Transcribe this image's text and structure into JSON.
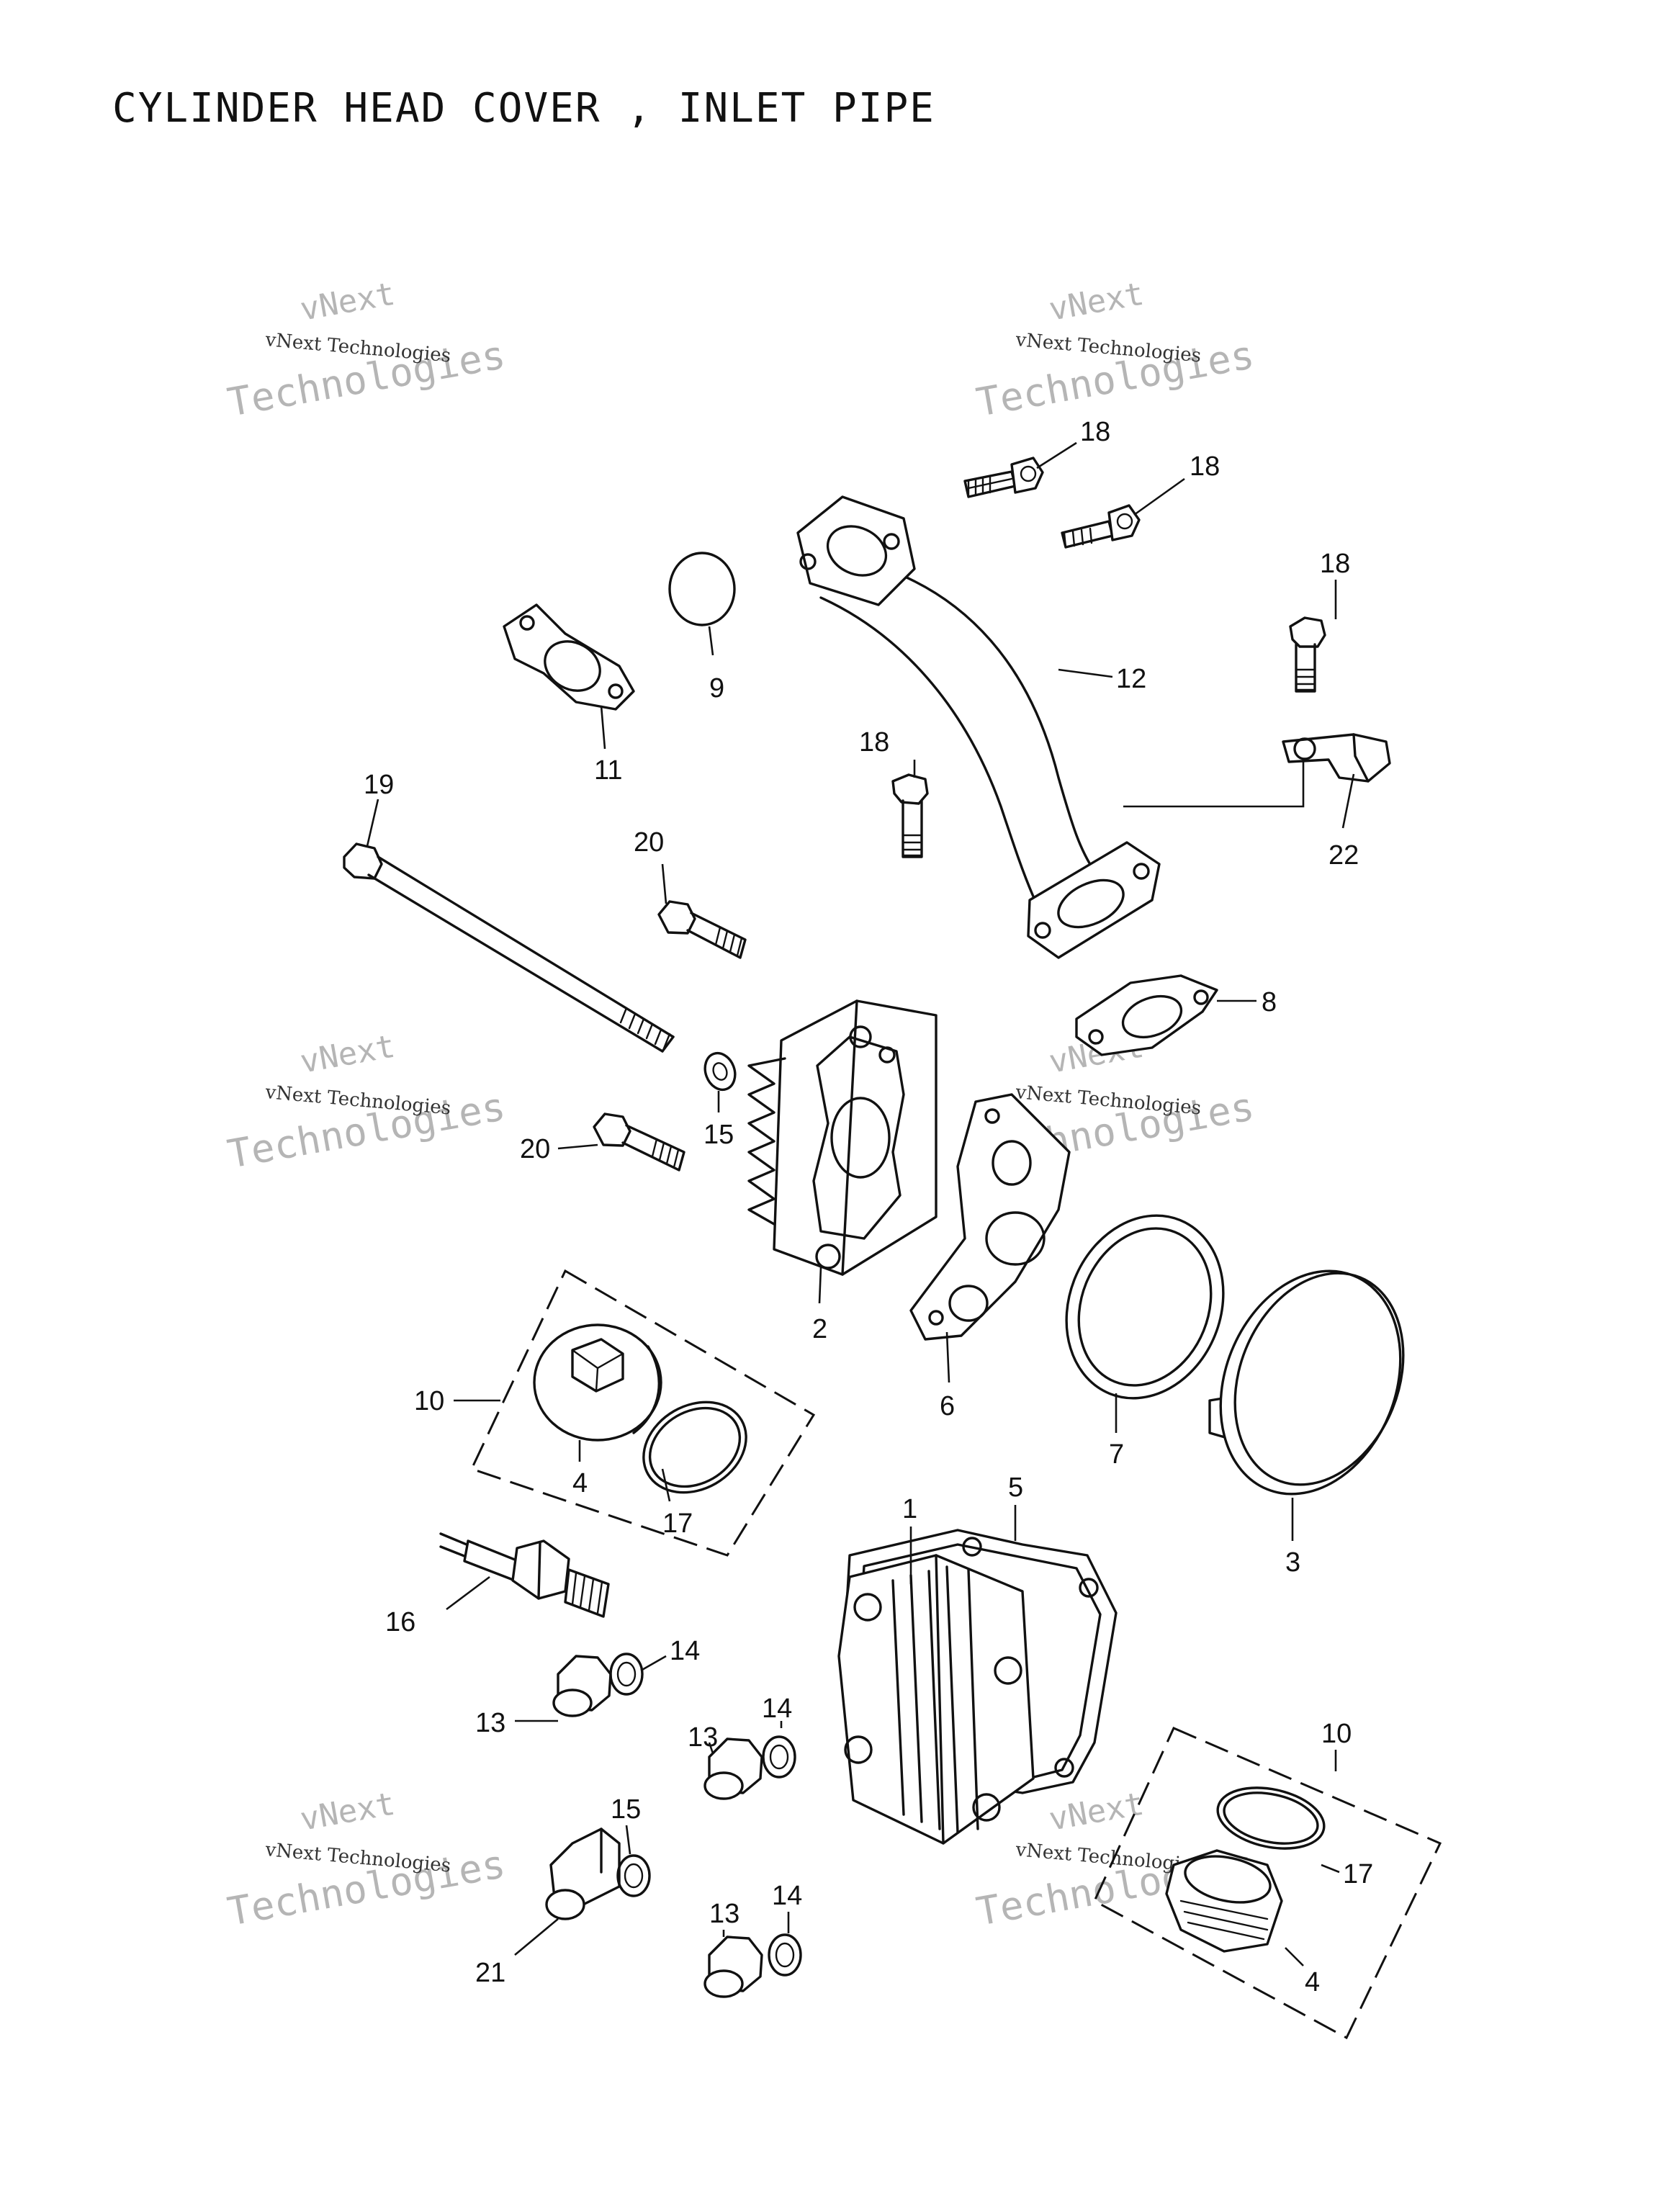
{
  "title": "CYLINDER HEAD COVER , INLET PIPE",
  "watermark": {
    "line1": "vNext",
    "line2": "Technologies",
    "small": "vNext Technologies"
  },
  "callouts": [
    {
      "id": "c18a",
      "label": "18"
    },
    {
      "id": "c18b",
      "label": "18"
    },
    {
      "id": "c18c",
      "label": "18"
    },
    {
      "id": "c18d",
      "label": "18"
    },
    {
      "id": "c12",
      "label": "12"
    },
    {
      "id": "c9",
      "label": "9"
    },
    {
      "id": "c11",
      "label": "11"
    },
    {
      "id": "c22",
      "label": "22"
    },
    {
      "id": "c19",
      "label": "19"
    },
    {
      "id": "c20a",
      "label": "20"
    },
    {
      "id": "c20b",
      "label": "20"
    },
    {
      "id": "c8",
      "label": "8"
    },
    {
      "id": "c15a",
      "label": "15"
    },
    {
      "id": "c2",
      "label": "2"
    },
    {
      "id": "c6",
      "label": "6"
    },
    {
      "id": "c7",
      "label": "7"
    },
    {
      "id": "c3",
      "label": "3"
    },
    {
      "id": "c10a",
      "label": "10"
    },
    {
      "id": "c4a",
      "label": "4"
    },
    {
      "id": "c17a",
      "label": "17"
    },
    {
      "id": "c1",
      "label": "1"
    },
    {
      "id": "c5",
      "label": "5"
    },
    {
      "id": "c16",
      "label": "16"
    },
    {
      "id": "c14a",
      "label": "14"
    },
    {
      "id": "c13a",
      "label": "13"
    },
    {
      "id": "c14b",
      "label": "14"
    },
    {
      "id": "c13b",
      "label": "13"
    },
    {
      "id": "c10b",
      "label": "10"
    },
    {
      "id": "c17b",
      "label": "17"
    },
    {
      "id": "c4b",
      "label": "4"
    },
    {
      "id": "c15b",
      "label": "15"
    },
    {
      "id": "c21",
      "label": "21"
    },
    {
      "id": "c13c",
      "label": "13"
    },
    {
      "id": "c14c",
      "label": "14"
    }
  ]
}
